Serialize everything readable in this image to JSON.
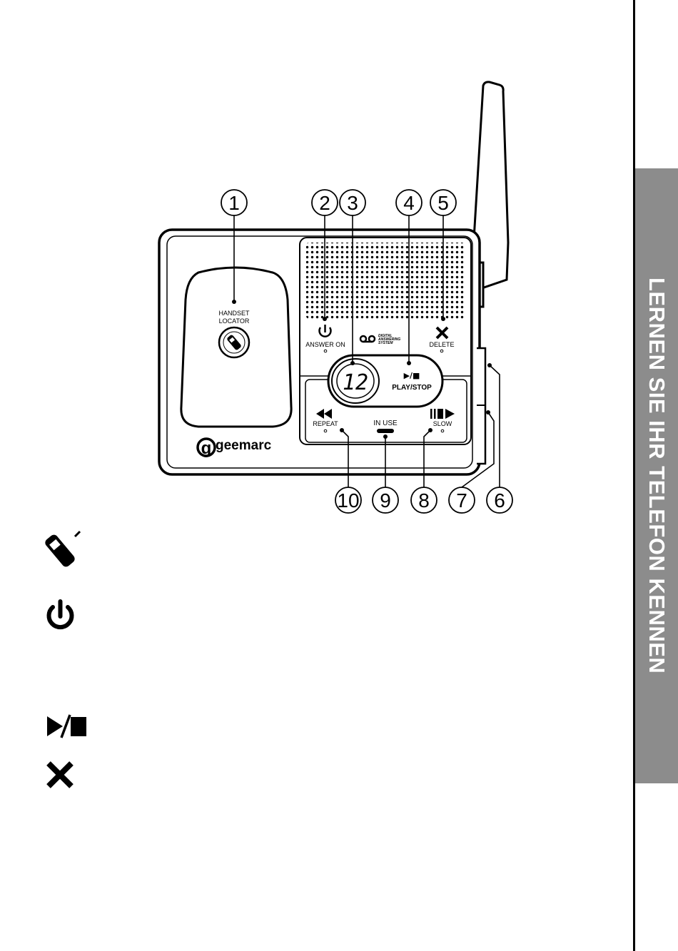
{
  "side_tab": {
    "title": "LERNEN SIE IHR TELEFON KENNEN"
  },
  "callouts": [
    "1",
    "2",
    "3",
    "4",
    "5",
    "6",
    "7",
    "8",
    "9",
    "10"
  ],
  "device": {
    "handset_locator": [
      "HANDSET",
      "LOCATOR"
    ],
    "answer_on": "ANSWER ON",
    "digital_system": [
      "DIGITAL",
      "ANSWERING",
      "SYSTEM"
    ],
    "delete": "DELETE",
    "display": "12",
    "play_stop_symbol": "▶/■",
    "play_stop": "PLAY/STOP",
    "repeat": "REPEAT",
    "in_use": "IN USE",
    "slow": "SLOW",
    "brand": "geemarc"
  },
  "legend_icons": [
    "handset-locator-icon",
    "power-icon",
    "play-stop-icon",
    "delete-x-icon"
  ]
}
